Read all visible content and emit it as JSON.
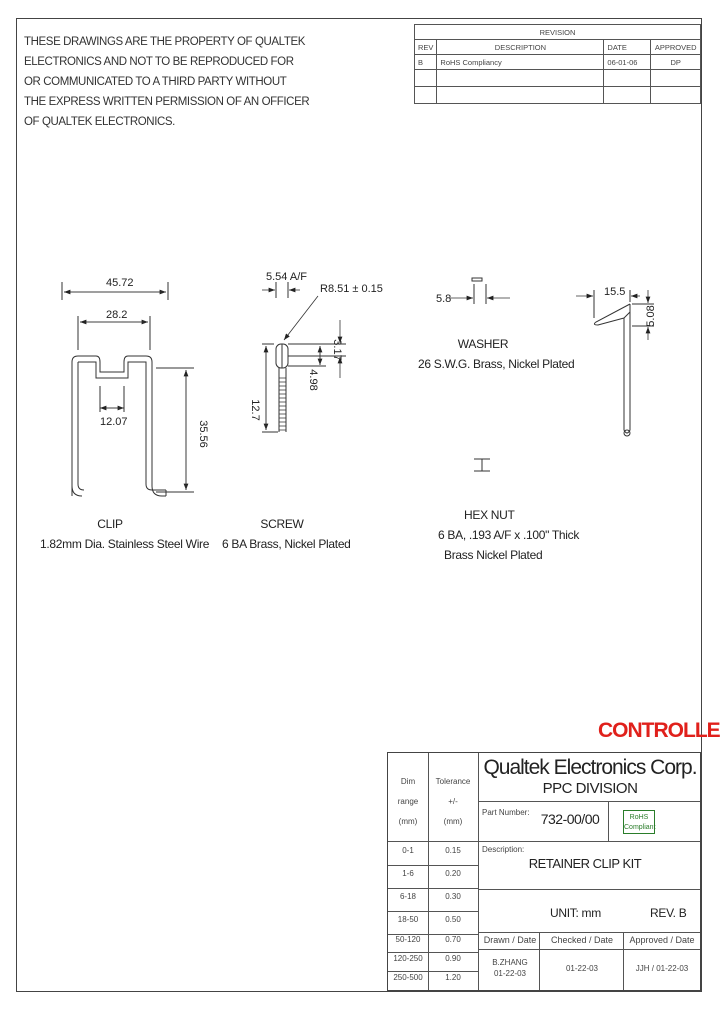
{
  "notice": {
    "lines": [
      "THESE DRAWINGS ARE THE PROPERTY OF QUALTEK",
      "ELECTRONICS AND NOT TO BE REPRODUCED FOR",
      "OR COMMUNICATED TO A THIRD PARTY WITHOUT",
      "THE EXPRESS WRITTEN PERMISSION OF AN OFFICER",
      "OF QUALTEK ELECTRONICS."
    ]
  },
  "revision": {
    "title": "REVISION",
    "headers": {
      "rev": "REV",
      "description": "DESCRIPTION",
      "date": "DATE",
      "approved": "APPROVED"
    },
    "rows": [
      {
        "rev": "B",
        "description": "RoHS Compliancy",
        "date": "06-01-06",
        "approved": "DP"
      }
    ]
  },
  "clip": {
    "dims": {
      "overall": "45.72",
      "inner": "28.2",
      "gap": "12.07",
      "height": "35.56"
    },
    "caption": [
      "CLIP",
      "1.82mm Dia. Stainless Steel Wire"
    ]
  },
  "screw": {
    "dims": {
      "af": "5.54 A/F",
      "radius": "R8.51 ± 0.15",
      "d1": "3.17",
      "d2": "4.98",
      "length": "12.7"
    },
    "caption": [
      "SCREW",
      "6 BA Brass, Nickel Plated"
    ]
  },
  "washer": {
    "dims": {
      "thk": "5.8"
    },
    "caption": [
      "WASHER",
      "26 S.W.G. Brass, Nickel Plated"
    ]
  },
  "clip_side": {
    "dims": {
      "width": "15.5",
      "height": "5.08"
    }
  },
  "hexnut": {
    "caption": [
      "HEX NUT",
      "6 BA, .193 A/F x .100\" Thick",
      "Brass Nickel Plated"
    ]
  },
  "stamp": {
    "text": "CONTROLLED",
    "color": "#e0201b"
  },
  "title_block": {
    "company": "Qualtek Electronics Corp.",
    "division": "PPC DIVISION",
    "part_label": "Part Number:",
    "part_number": "732-00/00",
    "rohs": [
      "RoHS",
      "Compliant"
    ],
    "desc_label": "Description:",
    "description": "RETAINER CLIP KIT",
    "unit": "UNIT: mm",
    "rev": "REV. B",
    "drawn_label": "Drawn / Date",
    "checked_label": "Checked / Date",
    "approved_label": "Approved / Date",
    "drawn": [
      "B.ZHANG",
      "01-22-03"
    ],
    "checked": "01-22-03",
    "approved": "JJH / 01-22-03",
    "tol_headers": {
      "dim": [
        "Dim",
        "range",
        "(mm)"
      ],
      "tol": [
        "Tolerance",
        "+/-",
        "(mm)"
      ]
    },
    "tolerances": [
      {
        "range": "0-1",
        "tol": "0.15"
      },
      {
        "range": "1-6",
        "tol": "0.20"
      },
      {
        "range": "6-18",
        "tol": "0.30"
      },
      {
        "range": "18-50",
        "tol": "0.50"
      },
      {
        "range": "50-120",
        "tol": "0.70"
      },
      {
        "range": "120-250",
        "tol": "0.90"
      },
      {
        "range": "250-500",
        "tol": "1.20"
      }
    ]
  }
}
